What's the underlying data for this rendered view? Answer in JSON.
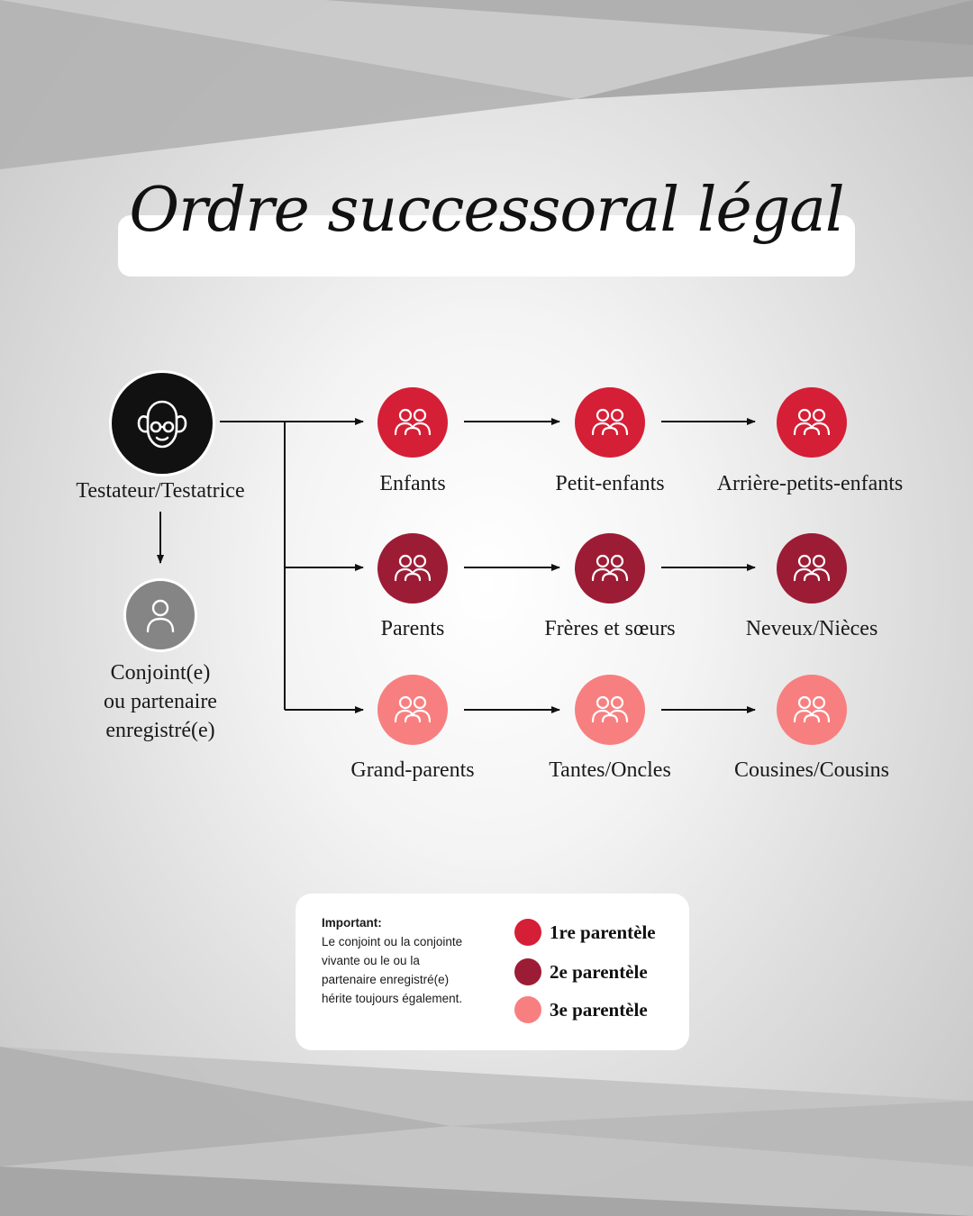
{
  "title": "Ordre successoral légal",
  "testator": {
    "label": "Testateur/Testatrice",
    "icon": "elderly-person-icon"
  },
  "spouse": {
    "label_lines": [
      "Conjoint(e)",
      "ou partenaire",
      "enregistré(e)"
    ],
    "icon": "person-icon"
  },
  "rows": [
    {
      "parentele": "1re parentèle",
      "color": "#d51f36",
      "nodes": [
        "Enfants",
        "Petit-enfants",
        "Arrière-petits-enfants"
      ]
    },
    {
      "parentele": "2e parentèle",
      "color": "#9c1c35",
      "nodes": [
        "Parents",
        "Frères et sœurs",
        "Neveux/Nièces"
      ]
    },
    {
      "parentele": "3e parentèle",
      "color": "#f87f80",
      "nodes": [
        "Grand-parents",
        "Tantes/Oncles",
        "Cousines/Cousins"
      ]
    }
  ],
  "node_icon": "group-icon",
  "legend": {
    "note_title": "Important:",
    "note_lines": [
      "Le conjoint ou la conjointe",
      "vivante ou le ou la",
      "partenaire enregistré(e)",
      "hérite toujours également."
    ],
    "items": [
      {
        "label": "1re parentèle",
        "color": "#d51f36"
      },
      {
        "label": "2e parentèle",
        "color": "#9c1c35"
      },
      {
        "label": "3e parentèle",
        "color": "#f87f80"
      }
    ]
  }
}
